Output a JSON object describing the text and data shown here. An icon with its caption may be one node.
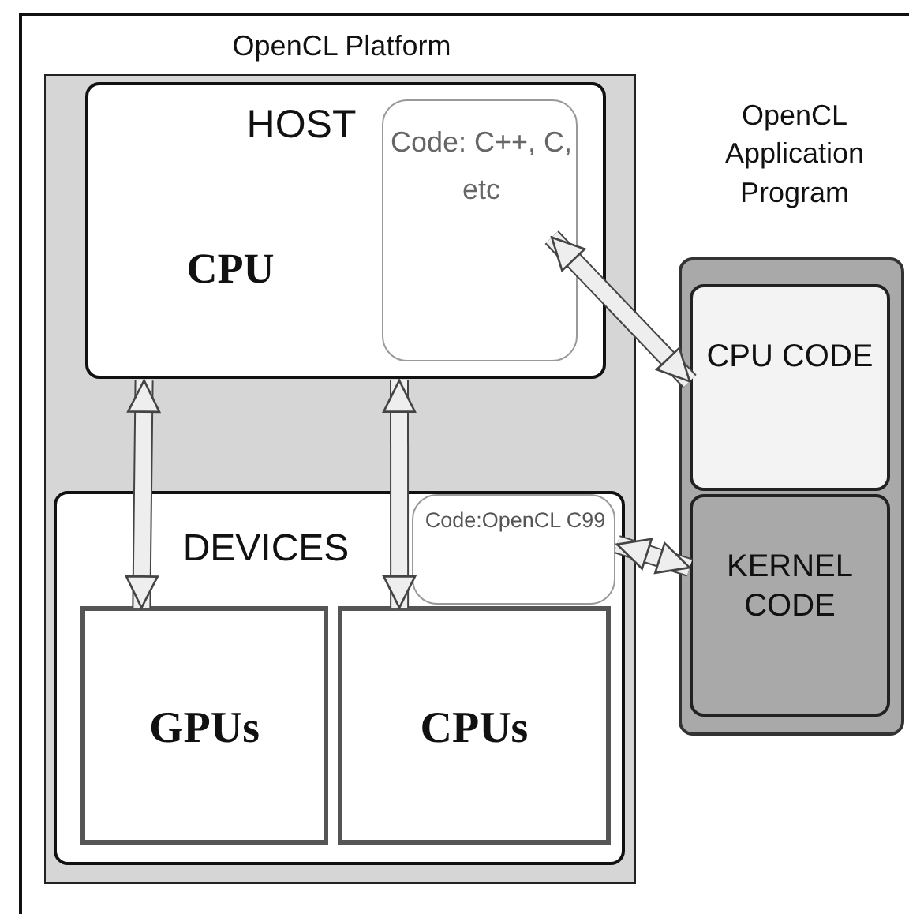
{
  "diagram": {
    "nodes": [
      {
        "text": [
          "OpenCL Platform"
        ]
      },
      {
        "text": [
          "HOST",
          "CPU"
        ],
        "in": 0
      },
      {
        "text": [
          "Code: C++, C, etc"
        ],
        "in": 1
      },
      {
        "text": [
          "DEVICES"
        ],
        "in": 0
      },
      {
        "text": [
          "Code:OpenCL C99"
        ],
        "in": 3
      },
      {
        "text": [
          "GPUs"
        ],
        "in": 3
      },
      {
        "text": [
          "CPUs"
        ],
        "in": 3
      },
      {
        "text": [
          "OpenCL Application Program"
        ]
      },
      {
        "text": [
          "CPU CODE"
        ],
        "in": 7
      },
      {
        "text": [
          "KERNEL CODE"
        ],
        "in": 7
      }
    ],
    "edges": [
      {
        "from": 1,
        "to": 5,
        "arrow": "both"
      },
      {
        "from": 1,
        "to": 6,
        "arrow": "both"
      },
      {
        "from": 2,
        "to": 8,
        "arrow": "both"
      },
      {
        "from": 4,
        "to": 9,
        "arrow": "both"
      }
    ]
  }
}
